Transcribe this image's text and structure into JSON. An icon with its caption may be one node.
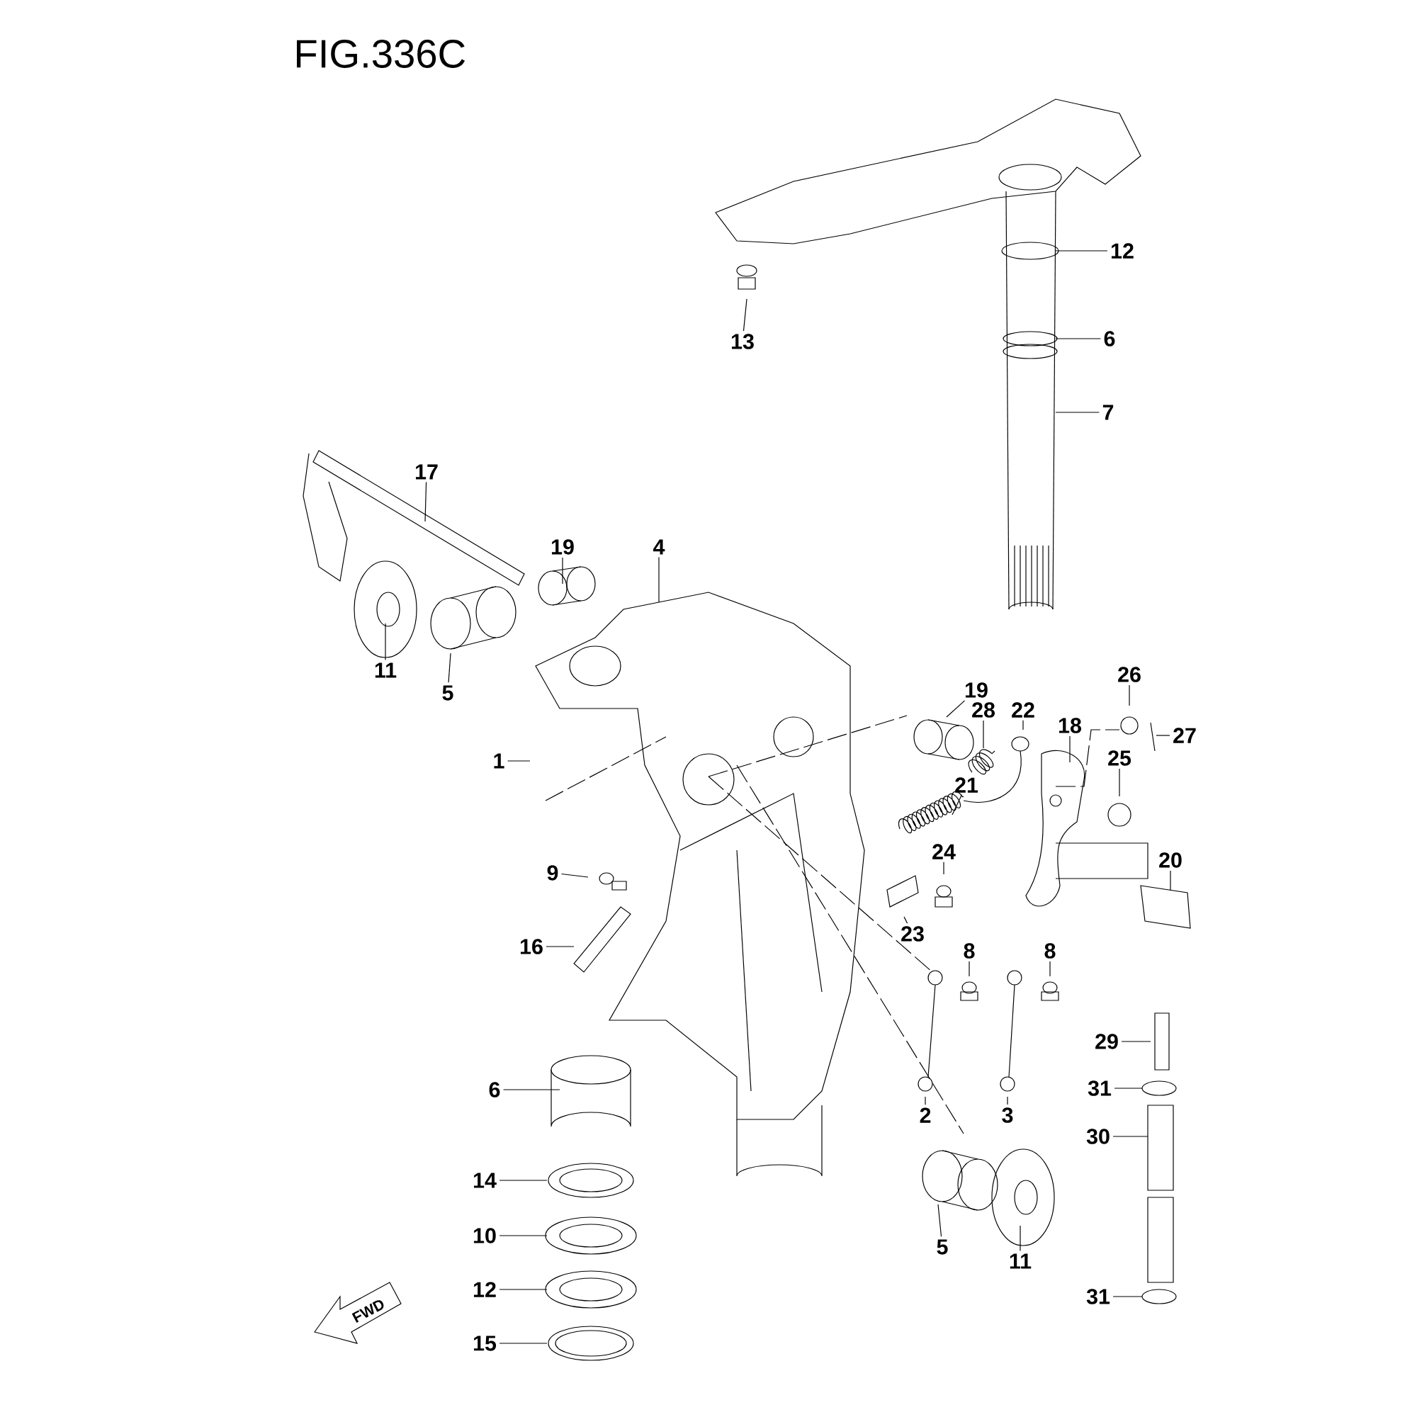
{
  "diagram": {
    "title": "FIG.336C",
    "nodes": [
      {
        "text": [
          "12"
        ]
      },
      {
        "text": [
          "13"
        ]
      },
      {
        "text": [
          "6"
        ]
      },
      {
        "text": [
          "7"
        ]
      },
      {
        "text": [
          "17"
        ]
      },
      {
        "text": [
          "19"
        ]
      },
      {
        "text": [
          "4"
        ]
      },
      {
        "text": [
          "11"
        ]
      },
      {
        "text": [
          "26"
        ]
      },
      {
        "text": [
          "5"
        ]
      },
      {
        "text": [
          "19"
        ]
      },
      {
        "text": [
          "28"
        ]
      },
      {
        "text": [
          "22"
        ]
      },
      {
        "text": [
          "18"
        ]
      },
      {
        "text": [
          "27"
        ]
      },
      {
        "text": [
          "25"
        ]
      },
      {
        "text": [
          "1"
        ]
      },
      {
        "text": [
          "21"
        ]
      },
      {
        "text": [
          "24"
        ]
      },
      {
        "text": [
          "20"
        ]
      },
      {
        "text": [
          "9"
        ]
      },
      {
        "text": [
          "23"
        ]
      },
      {
        "text": [
          "16"
        ]
      },
      {
        "text": [
          "8"
        ]
      },
      {
        "text": [
          "8"
        ]
      },
      {
        "text": [
          "29"
        ]
      },
      {
        "text": [
          "6"
        ]
      },
      {
        "text": [
          "31"
        ]
      },
      {
        "text": [
          "2"
        ]
      },
      {
        "text": [
          "3"
        ]
      },
      {
        "text": [
          "30"
        ]
      },
      {
        "text": [
          "14"
        ]
      },
      {
        "text": [
          "10"
        ]
      },
      {
        "text": [
          "5"
        ]
      },
      {
        "text": [
          "11"
        ]
      },
      {
        "text": [
          "12"
        ]
      },
      {
        "text": [
          "31"
        ]
      },
      {
        "text": [
          "15"
        ]
      }
    ],
    "edges": [
      {
        "from": 0,
        "to": null,
        "arrow": "none"
      },
      {
        "from": 1,
        "to": null,
        "arrow": "none"
      },
      {
        "from": 2,
        "to": null,
        "arrow": "none"
      },
      {
        "from": 3,
        "to": null,
        "arrow": "none"
      },
      {
        "from": 4,
        "to": null,
        "arrow": "none"
      },
      {
        "from": 5,
        "to": null,
        "arrow": "none"
      },
      {
        "from": 6,
        "to": null,
        "arrow": "none"
      },
      {
        "from": 7,
        "to": null,
        "arrow": "none"
      },
      {
        "from": 8,
        "to": null,
        "arrow": "none"
      },
      {
        "from": 9,
        "to": null,
        "arrow": "none"
      },
      {
        "from": 10,
        "to": null,
        "arrow": "none"
      },
      {
        "from": 11,
        "to": null,
        "arrow": "none"
      },
      {
        "from": 12,
        "to": null,
        "arrow": "none"
      },
      {
        "from": 13,
        "to": null,
        "arrow": "none"
      },
      {
        "from": 14,
        "to": null,
        "arrow": "none"
      },
      {
        "from": 15,
        "to": null,
        "arrow": "none"
      },
      {
        "from": 16,
        "to": null,
        "arrow": "none"
      },
      {
        "from": 17,
        "to": null,
        "arrow": "none"
      },
      {
        "from": 18,
        "to": null,
        "arrow": "none"
      },
      {
        "from": 19,
        "to": null,
        "arrow": "none"
      },
      {
        "from": 20,
        "to": null,
        "arrow": "none"
      },
      {
        "from": 21,
        "to": null,
        "arrow": "none"
      },
      {
        "from": 22,
        "to": null,
        "arrow": "none"
      },
      {
        "from": 23,
        "to": null,
        "arrow": "none"
      },
      {
        "from": 24,
        "to": null,
        "arrow": "none"
      },
      {
        "from": 25,
        "to": null,
        "arrow": "none"
      },
      {
        "from": 26,
        "to": null,
        "arrow": "none"
      },
      {
        "from": 27,
        "to": null,
        "arrow": "none"
      },
      {
        "from": 28,
        "to": null,
        "arrow": "none"
      },
      {
        "from": 29,
        "to": null,
        "arrow": "none"
      },
      {
        "from": 30,
        "to": null,
        "arrow": "none"
      },
      {
        "from": 31,
        "to": null,
        "arrow": "none"
      },
      {
        "from": 32,
        "to": null,
        "arrow": "none"
      },
      {
        "from": 33,
        "to": null,
        "arrow": "none"
      },
      {
        "from": 34,
        "to": null,
        "arrow": "none"
      },
      {
        "from": 35,
        "to": null,
        "arrow": "none"
      },
      {
        "from": 36,
        "to": null,
        "arrow": "none"
      },
      {
        "from": 37,
        "to": null,
        "arrow": "none"
      }
    ],
    "labels": [
      "FWD"
    ]
  }
}
